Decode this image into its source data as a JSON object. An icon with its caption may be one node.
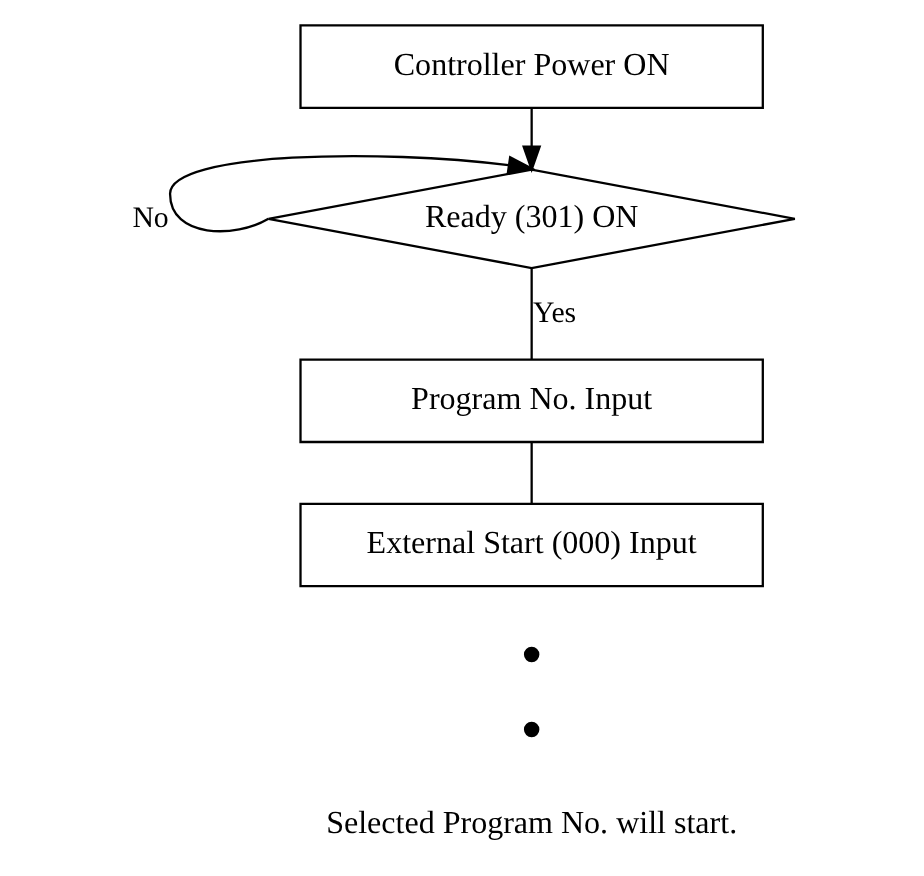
{
  "diagram": {
    "nodes": [
      {
        "text": [
          "Controller Power ON"
        ]
      },
      {
        "text": [
          "Ready (301) ON"
        ]
      },
      {
        "text": [
          "Program No. Input"
        ]
      },
      {
        "text": [
          "External Start (000) Input"
        ]
      }
    ],
    "edges": [
      {
        "from": 0,
        "to": 1,
        "arrow": "to"
      },
      {
        "from": 1,
        "to": 1,
        "arrow": "to",
        "label": "No"
      },
      {
        "from": 1,
        "to": 2,
        "arrow": "none",
        "label": "Yes"
      },
      {
        "from": 2,
        "to": 3,
        "arrow": "none"
      }
    ],
    "labels": [
      "Selected Program No. will start."
    ]
  }
}
